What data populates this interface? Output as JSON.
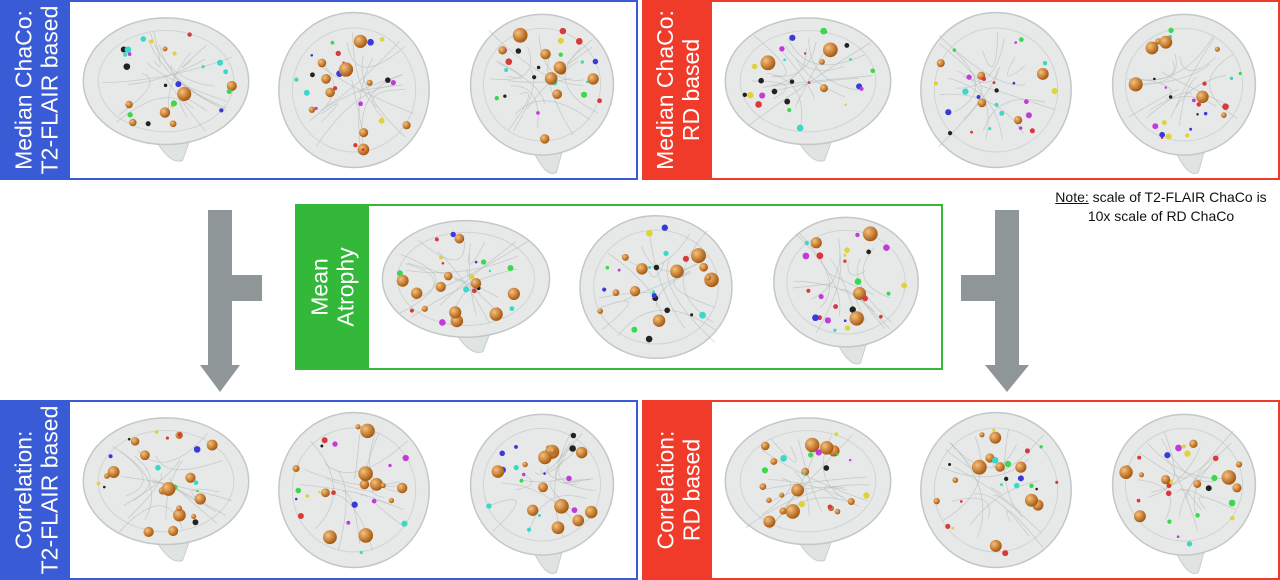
{
  "panels": {
    "top_left": {
      "line1": "Median ChaCo:",
      "line2": "T2-FLAIR based",
      "color": "#3a5bd6"
    },
    "top_right": {
      "line1": "Median ChaCo:",
      "line2": "RD based",
      "color": "#f03a2a"
    },
    "middle": {
      "line1": "Mean",
      "line2": "Atrophy",
      "color": "#33b83a"
    },
    "bottom_left": {
      "line1": "Correlation:",
      "line2": "T2-FLAIR based",
      "color": "#3a5bd6"
    },
    "bottom_right": {
      "line1": "Correlation:",
      "line2": "RD based",
      "color": "#f03a2a"
    }
  },
  "note": {
    "label": "Note:",
    "text": " scale of T2-FLAIR ChaCo is 10x scale of RD ChaCo"
  },
  "arrow_color": "#8e9698"
}
